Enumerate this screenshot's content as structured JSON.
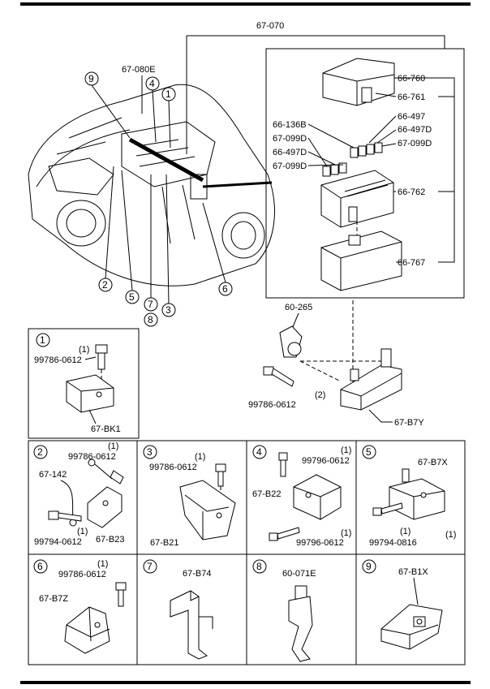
{
  "main": {
    "assembly_code": "67-070",
    "harness_code": "67-080E",
    "fuse_box_parts": [
      "66-760",
      "66-761",
      "66-136B",
      "66-497",
      "67-099D",
      "66-497D",
      "66-497D",
      "67-099D",
      "67-099D",
      "66-762",
      "66-767"
    ],
    "bracket_parts": {
      "clip": "60-265",
      "bolt": "99786-0612",
      "bolt_qty": "(2)",
      "bracket": "67-B7Y"
    },
    "callouts": [
      "1",
      "2",
      "3",
      "4",
      "5",
      "6",
      "7",
      "8",
      "9"
    ]
  },
  "details": [
    {
      "num": "1",
      "labels": [
        "99786-0612",
        "(1)",
        "67-BK1"
      ]
    },
    {
      "num": "2",
      "labels": [
        "99786-0612",
        "(1)",
        "67-142",
        "99794-0612",
        "(1)",
        "67-B23"
      ]
    },
    {
      "num": "3",
      "labels": [
        "99786-0612",
        "(1)",
        "67-B21"
      ]
    },
    {
      "num": "4",
      "labels": [
        "99796-0612",
        "(1)",
        "67-B22",
        "99796-0612",
        "(1)"
      ]
    },
    {
      "num": "5",
      "labels": [
        "67-B7X",
        "(1)",
        "99794-0816",
        "(1)"
      ]
    },
    {
      "num": "6",
      "labels": [
        "99786-0612",
        "(1)",
        "67-B7Z"
      ]
    },
    {
      "num": "7",
      "labels": [
        "67-B74"
      ]
    },
    {
      "num": "8",
      "labels": [
        "60-071E"
      ]
    },
    {
      "num": "9",
      "labels": [
        "67-B1X"
      ]
    }
  ]
}
